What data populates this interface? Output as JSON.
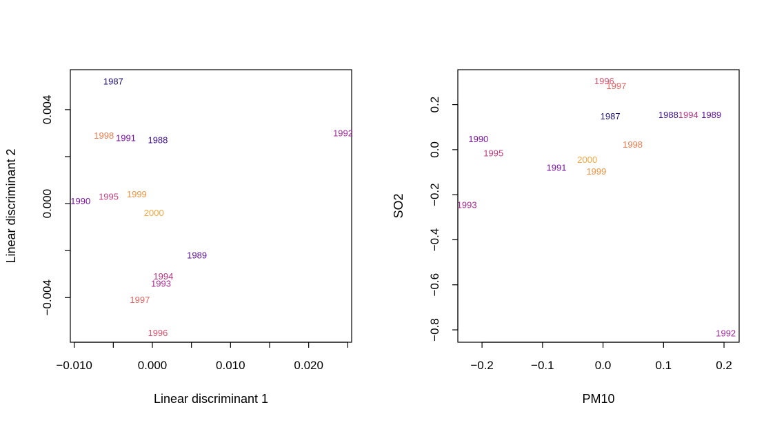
{
  "chart_data": [
    {
      "type": "scatter",
      "title": "",
      "xlabel": "Linear discriminant 1",
      "ylabel": "Linear discriminant 2",
      "xlim": [
        -0.0105,
        0.0255
      ],
      "ylim": [
        -0.0059,
        0.0057
      ],
      "grid": false,
      "xticks": [
        {
          "value": -0.01,
          "label": "−0.010"
        },
        {
          "value": -0.005,
          "label": ""
        },
        {
          "value": 0.0,
          "label": "0.000"
        },
        {
          "value": 0.005,
          "label": ""
        },
        {
          "value": 0.01,
          "label": "0.010"
        },
        {
          "value": 0.015,
          "label": ""
        },
        {
          "value": 0.02,
          "label": "0.020"
        },
        {
          "value": 0.025,
          "label": ""
        }
      ],
      "yticks": [
        {
          "value": -0.004,
          "label": "−0.004"
        },
        {
          "value": -0.002,
          "label": ""
        },
        {
          "value": 0.0,
          "label": "0.000"
        },
        {
          "value": 0.002,
          "label": ""
        },
        {
          "value": 0.004,
          "label": "0.004"
        }
      ],
      "points": [
        {
          "label": "1987",
          "x": -0.005,
          "y": 0.0052,
          "color": "#1b0f78"
        },
        {
          "label": "1988",
          "x": 0.0007,
          "y": 0.0027,
          "color": "#3b0f8f"
        },
        {
          "label": "1989",
          "x": 0.0057,
          "y": -0.0022,
          "color": "#5e0fa0"
        },
        {
          "label": "1990",
          "x": -0.0092,
          "y": 0.0001,
          "color": "#7b12a8"
        },
        {
          "label": "1991",
          "x": -0.0034,
          "y": 0.0028,
          "color": "#7e0fa8"
        },
        {
          "label": "1992",
          "x": 0.0244,
          "y": 0.003,
          "color": "#a52c9e"
        },
        {
          "label": "1993",
          "x": 0.0011,
          "y": -0.0034,
          "color": "#a8288f"
        },
        {
          "label": "1994",
          "x": 0.0014,
          "y": -0.0031,
          "color": "#b8307e"
        },
        {
          "label": "1995",
          "x": -0.0056,
          "y": 0.0003,
          "color": "#c23d7e"
        },
        {
          "label": "1996",
          "x": 0.0007,
          "y": -0.0055,
          "color": "#e0506a"
        },
        {
          "label": "1997",
          "x": -0.0016,
          "y": -0.0041,
          "color": "#e4625f"
        },
        {
          "label": "1998",
          "x": -0.0062,
          "y": 0.0029,
          "color": "#ee7a4e"
        },
        {
          "label": "1999",
          "x": -0.002,
          "y": 0.0004,
          "color": "#f3913e"
        },
        {
          "label": "2000",
          "x": 0.0002,
          "y": -0.0004,
          "color": "#f8a53c"
        }
      ]
    },
    {
      "type": "scatter",
      "title": "",
      "xlabel": "PM10",
      "ylabel": "SO2",
      "xlim": [
        -0.24,
        0.225
      ],
      "ylim": [
        -0.855,
        0.355
      ],
      "grid": false,
      "xticks": [
        {
          "value": -0.2,
          "label": "−0.2"
        },
        {
          "value": -0.1,
          "label": "−0.1"
        },
        {
          "value": 0.0,
          "label": "0.0"
        },
        {
          "value": 0.1,
          "label": "0.1"
        },
        {
          "value": 0.2,
          "label": "0.2"
        }
      ],
      "yticks": [
        {
          "value": -0.8,
          "label": "−0.8"
        },
        {
          "value": -0.6,
          "label": "−0.6"
        },
        {
          "value": -0.4,
          "label": "−0.4"
        },
        {
          "value": -0.2,
          "label": "−0.2"
        },
        {
          "value": 0.0,
          "label": "0.0"
        },
        {
          "value": 0.2,
          "label": "0.2"
        }
      ],
      "points": [
        {
          "label": "1987",
          "x": 0.012,
          "y": 0.148,
          "color": "#1b0f78"
        },
        {
          "label": "1988",
          "x": 0.108,
          "y": 0.155,
          "color": "#3b0f8f"
        },
        {
          "label": "1989",
          "x": 0.179,
          "y": 0.155,
          "color": "#5e0fa0"
        },
        {
          "label": "1990",
          "x": -0.206,
          "y": 0.047,
          "color": "#7b12a8"
        },
        {
          "label": "1991",
          "x": -0.077,
          "y": -0.08,
          "color": "#7e0fa8"
        },
        {
          "label": "1992",
          "x": 0.203,
          "y": -0.815,
          "color": "#a52c9e"
        },
        {
          "label": "1993",
          "x": -0.225,
          "y": -0.245,
          "color": "#a8288f"
        },
        {
          "label": "1994",
          "x": 0.141,
          "y": 0.155,
          "color": "#b8307e"
        },
        {
          "label": "1995",
          "x": -0.181,
          "y": -0.015,
          "color": "#c23d7e"
        },
        {
          "label": "1996",
          "x": 0.002,
          "y": 0.305,
          "color": "#e0506a"
        },
        {
          "label": "1997",
          "x": 0.022,
          "y": 0.283,
          "color": "#e4625f"
        },
        {
          "label": "1998",
          "x": 0.049,
          "y": 0.022,
          "color": "#ee7a4e"
        },
        {
          "label": "1999",
          "x": -0.011,
          "y": -0.097,
          "color": "#f3913e"
        },
        {
          "label": "2000",
          "x": -0.026,
          "y": -0.045,
          "color": "#f8a53c"
        }
      ]
    }
  ]
}
